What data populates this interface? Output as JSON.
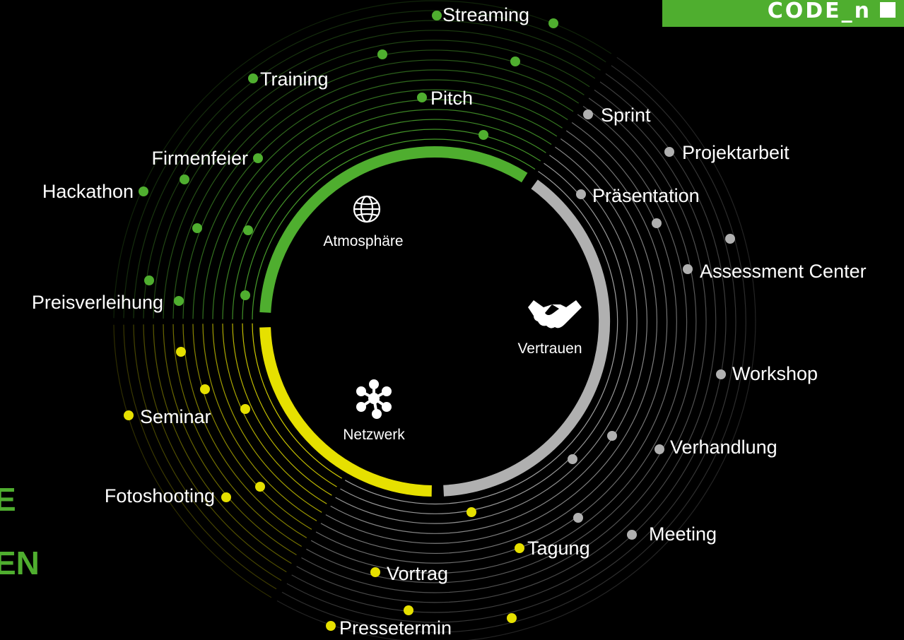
{
  "brand": {
    "logo_text": "CODE_n",
    "color": "#4fae2f"
  },
  "headline": {
    "line1": "E",
    "line2": "EN"
  },
  "segments": [
    {
      "label": "Atmosphäre",
      "icon": "globe-icon",
      "color": "#4fae2f"
    },
    {
      "label": "Vertrauen",
      "icon": "handshake-icon",
      "color": "#b0b0b0"
    },
    {
      "label": "Netzwerk",
      "icon": "network-icon",
      "color": "#e6e000"
    }
  ],
  "items": {
    "green": [
      "Streaming",
      "Training",
      "Pitch",
      "Firmenfeier",
      "Hackathon",
      "Preisverleihung"
    ],
    "gray": [
      "Sprint",
      "Projektarbeit",
      "Präsentation",
      "Assessment Center",
      "Workshop",
      "Verhandlung",
      "Meeting"
    ],
    "yellow": [
      "Seminar",
      "Fotoshooting",
      "Tagung",
      "Vortrag",
      "Pressetermin"
    ]
  }
}
